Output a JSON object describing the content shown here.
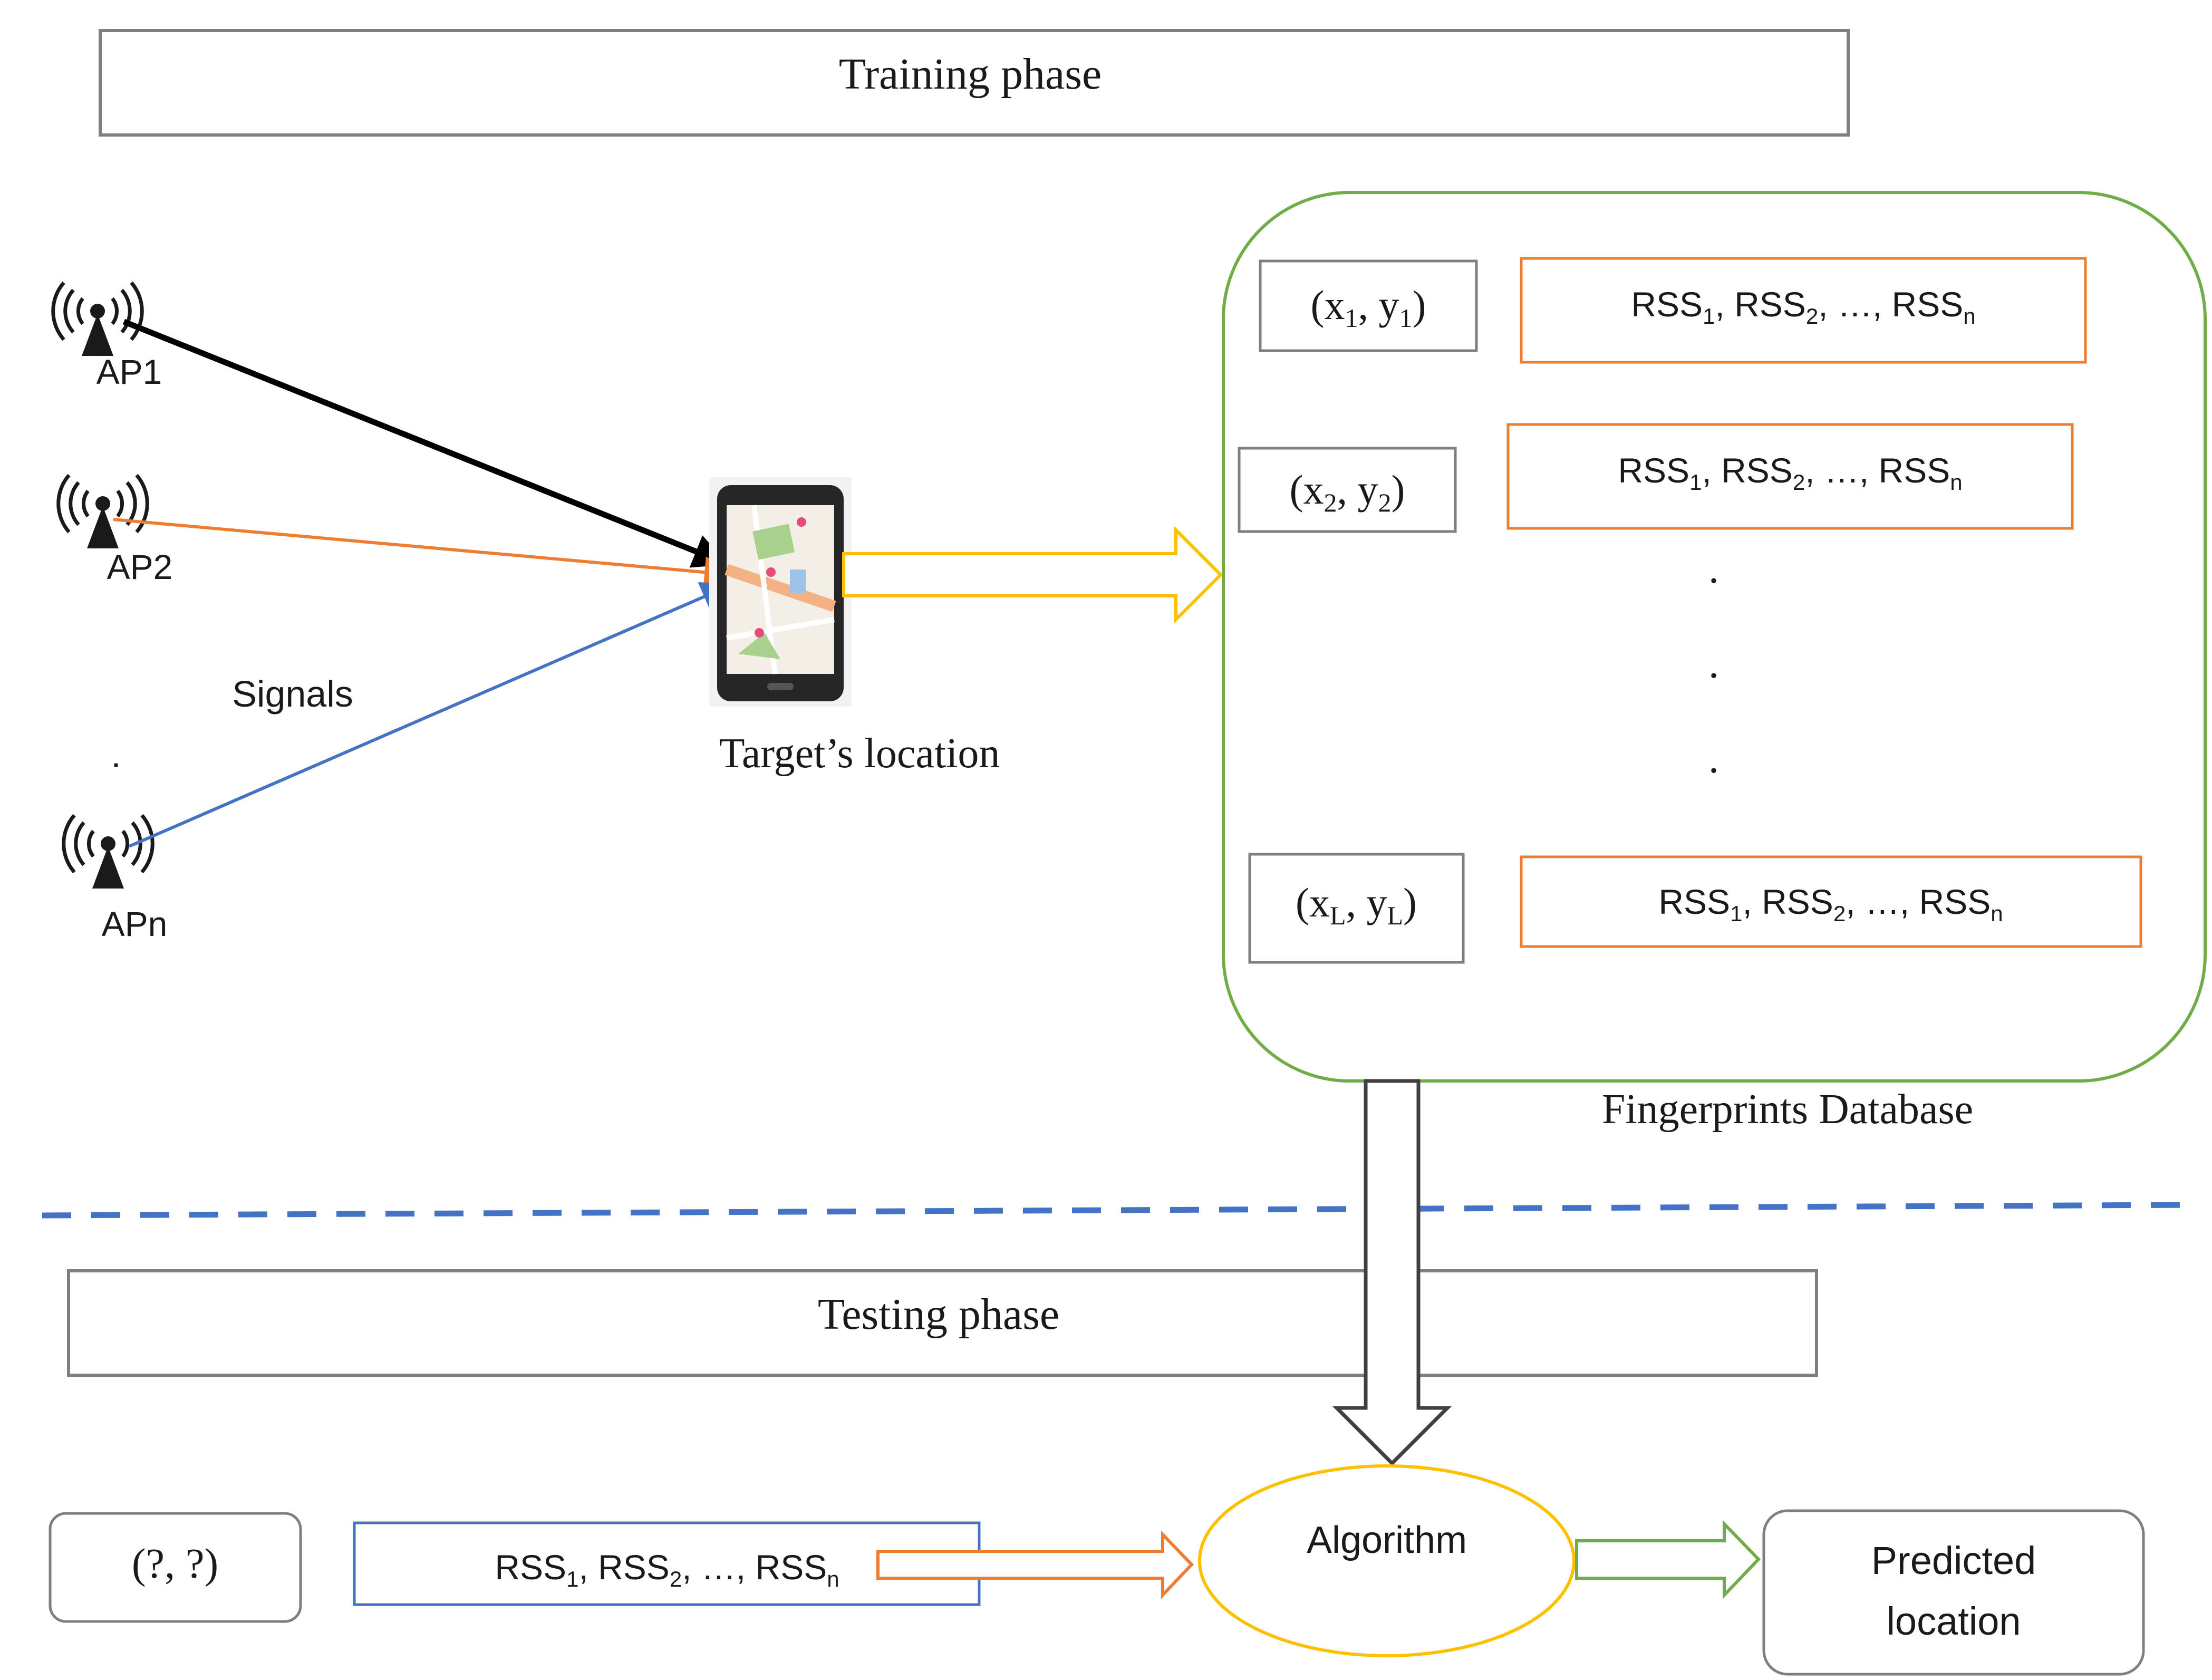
{
  "training_phase_label": "Training phase",
  "testing_phase_label": "Testing phase",
  "access_points": [
    {
      "label": "AP1",
      "icon": "antenna-tower-icon"
    },
    {
      "label": "AP2",
      "icon": "antenna-tower-icon"
    },
    {
      "label": "APn",
      "icon": "antenna-tower-icon"
    }
  ],
  "ellipsis_dot": ".",
  "signals_label": "Signals",
  "target_label": "Target’s location",
  "target_icon": "smartphone-map-icon",
  "database": {
    "label": "Fingerprints Database",
    "rows": [
      {
        "coord_main": "(x",
        "coord_sub1": "1",
        "coord_mid": ", y",
        "coord_sub2": "1",
        "coord_end": ")",
        "rss": {
          "p1": "RSS",
          "s1": "1",
          "p2": ", RSS",
          "s2": "2",
          "p3": ", …, RSS",
          "s3": "n"
        }
      },
      {
        "coord_main": "(x",
        "coord_sub1": "2",
        "coord_mid": ", y",
        "coord_sub2": "2",
        "coord_end": ")",
        "rss": {
          "p1": "RSS",
          "s1": "1",
          "p2": ", RSS",
          "s2": "2",
          "p3": ", …, RSS",
          "s3": "n"
        }
      },
      {
        "coord_main": "(x",
        "coord_sub1": "L",
        "coord_mid": ", y",
        "coord_sub2": "L",
        "coord_end": ")",
        "rss": {
          "p1": "RSS",
          "s1": "1",
          "p2": ", RSS",
          "s2": "2",
          "p3": ", …, RSS",
          "s3": "n"
        }
      }
    ],
    "dots": [
      ".",
      ".",
      "."
    ]
  },
  "test_coord_label": "(?, ?)",
  "test_rss": {
    "p1": "RSS",
    "s1": "1",
    "p2": ", RSS",
    "s2": "2",
    "p3": ", …, RSS",
    "s3": "n"
  },
  "algorithm_label": "Algorithm",
  "predicted_label_line1": "Predicted",
  "predicted_label_line2": "location",
  "colors": {
    "green": "#70ad47",
    "orange": "#ed7d31",
    "blue": "#4472c4",
    "yellow": "#ffc000",
    "gray": "#7f7f7f",
    "dark": "#1a1a1a"
  }
}
